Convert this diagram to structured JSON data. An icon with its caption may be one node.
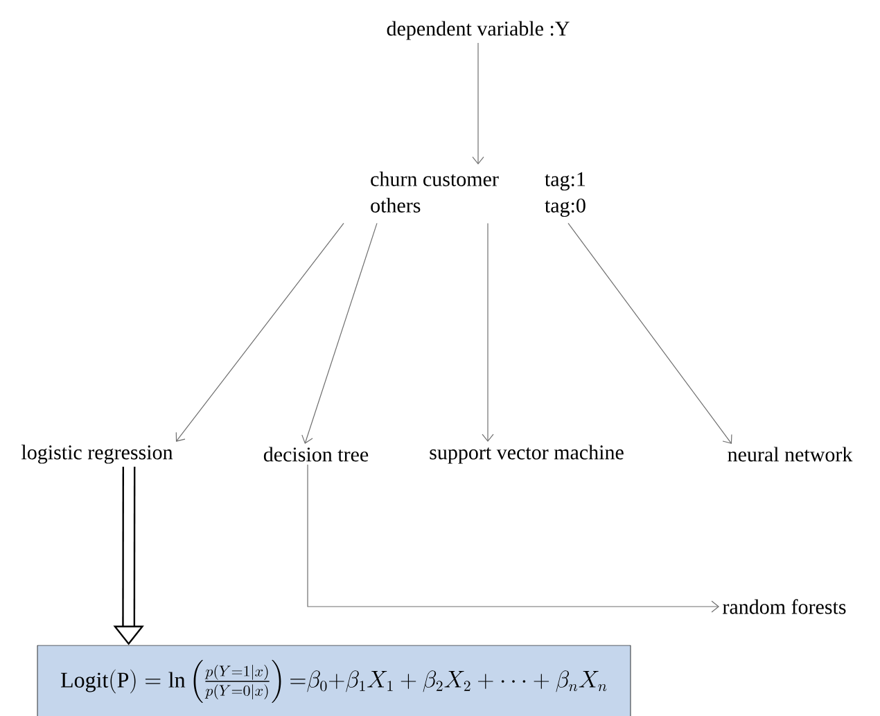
{
  "diagram": {
    "nodes": [
      {
        "text": [
          "dependent variable :Y"
        ]
      },
      {
        "text": [
          "churn customer",
          "tag:1",
          "others",
          "tag:0"
        ]
      },
      {
        "text": [
          "logistic regression"
        ]
      },
      {
        "text": [
          "decision tree"
        ]
      },
      {
        "text": [
          "support vector machine"
        ]
      },
      {
        "text": [
          "neural network"
        ]
      },
      {
        "text": [
          "random forests"
        ]
      },
      {
        "text": [
          "\\mathrm{Logit(P)=ln}\\left(\\frac{p(Y=1|x)}{p(Y=0|x)}\\right)\\mathrm{=}\\beta_0\\mathrm{+}\\beta_1 X_1+\\beta_2 X_2+\\cdots+\\beta_n X_n"
        ]
      }
    ],
    "edges": [
      {
        "from": 0,
        "to": 1,
        "arrow": "to"
      },
      {
        "from": 1,
        "to": 2,
        "arrow": "to"
      },
      {
        "from": 1,
        "to": 3,
        "arrow": "to"
      },
      {
        "from": 1,
        "to": 4,
        "arrow": "to"
      },
      {
        "from": 1,
        "to": 5,
        "arrow": "to"
      },
      {
        "from": 3,
        "to": 6,
        "arrow": "to"
      },
      {
        "from": 2,
        "to": 7,
        "arrow": "to",
        "style": "thick",
        "color": "#000000"
      }
    ]
  }
}
